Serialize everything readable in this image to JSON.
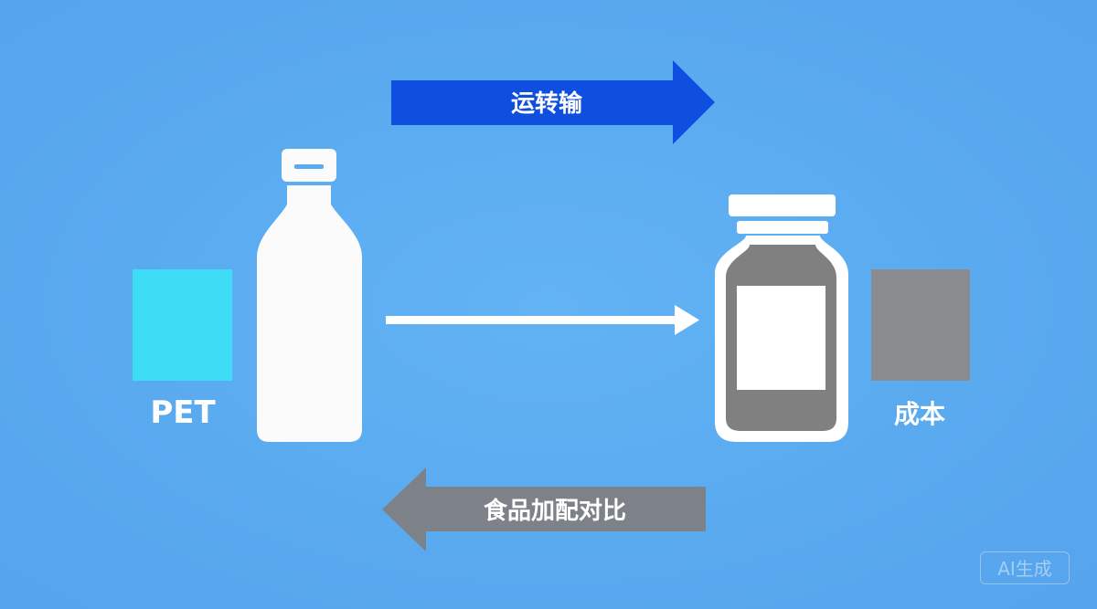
{
  "labels": {
    "top_arrow": "运转输",
    "bottom_arrow": "食品加配对比",
    "left_material": "PET",
    "right_material": "成本",
    "watermark": "AI生成"
  },
  "colors": {
    "background": "#5aaaf0",
    "top_arrow": "#0f4fe0",
    "bottom_arrow": "#7d8288",
    "pet_swatch": "#3fdcf6",
    "cost_swatch": "#8a8c8f",
    "bottle": "#fbfbfb",
    "jar": "#808080",
    "white": "#ffffff"
  },
  "icons": {
    "bottle": "plastic-bottle-icon",
    "jar": "glass-jar-icon"
  }
}
